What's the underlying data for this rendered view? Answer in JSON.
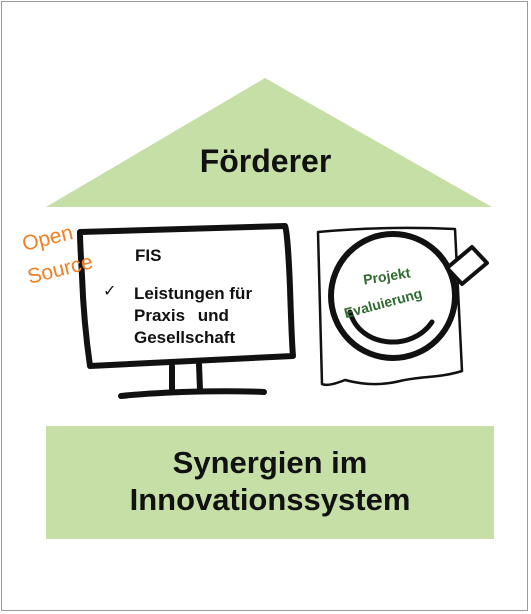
{
  "roof": {
    "label": "Förderer",
    "color": "#c6dfa6"
  },
  "fis": {
    "title": "FIS",
    "check_icon": "checkmark-icon",
    "lines": [
      "Leistungen für",
      "Praxis und",
      "Gesellschaft"
    ]
  },
  "open_source": {
    "line1": "Open",
    "line2": "Source",
    "color": "#f07f22"
  },
  "evaluation": {
    "line1": "Projekt",
    "line2": "Evaluierung",
    "icon": "magnifier-icon",
    "text_color": "#2f6b2f"
  },
  "base": {
    "line1": "Synergien im",
    "line2": "Innovationssystem",
    "color": "#c6dfa6"
  }
}
